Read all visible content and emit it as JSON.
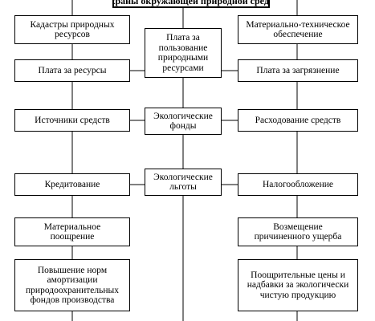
{
  "title": "охраны окружающей природной среды",
  "center": {
    "payment_use": "Плата за\nпользование\nприродными\nресурсами",
    "eco_funds": "Экологические\nфонды",
    "eco_benefits": "Экологические\nльготы"
  },
  "left": {
    "cadastres": "Кадастры природных\nресурсов",
    "payment_resources": "Плата за ресурсы",
    "sources": "Источники средств",
    "crediting": "Кредитование",
    "material_incentive": "Материальное\nпоощрение",
    "depreciation": "Повышение норм\nамортизации\nприродоохранительных\nфондов производства"
  },
  "right": {
    "material_supply": "Материально-техническое\nобеспечение",
    "payment_pollution": "Плата за загрязнение",
    "spending": "Расходование средств",
    "taxation": "Налогообложение",
    "compensation": "Возмещение\nпричиненного ущерба",
    "incentive_prices": "Поощрительные цены и\nнадбавки за экологически\nчистую продукцию"
  }
}
